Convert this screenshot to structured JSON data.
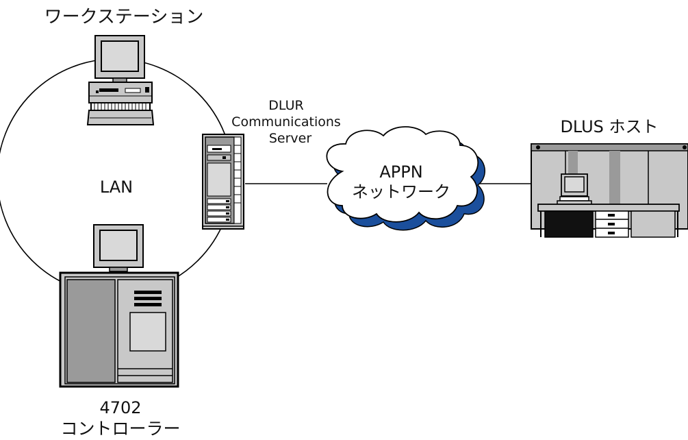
{
  "labels": {
    "workstation": "ワークステーション",
    "lan": "LAN",
    "dlur_line1": "DLUR",
    "dlur_line2": "Communications",
    "dlur_line3": "Server",
    "appn_line1": "APPN",
    "appn_line2": "ネットワーク",
    "dlus_host": "DLUS ホスト",
    "controller_line1": "4702",
    "controller_line2": "コントローラー"
  },
  "colors": {
    "line": "#000000",
    "equipment_fill": "#c8c8c8",
    "equipment_dark": "#9a9a9a",
    "screen_fill": "#d9d9d9",
    "cloud_fill": "#ffffff",
    "cloud_shadow": "#1b4f9c"
  }
}
